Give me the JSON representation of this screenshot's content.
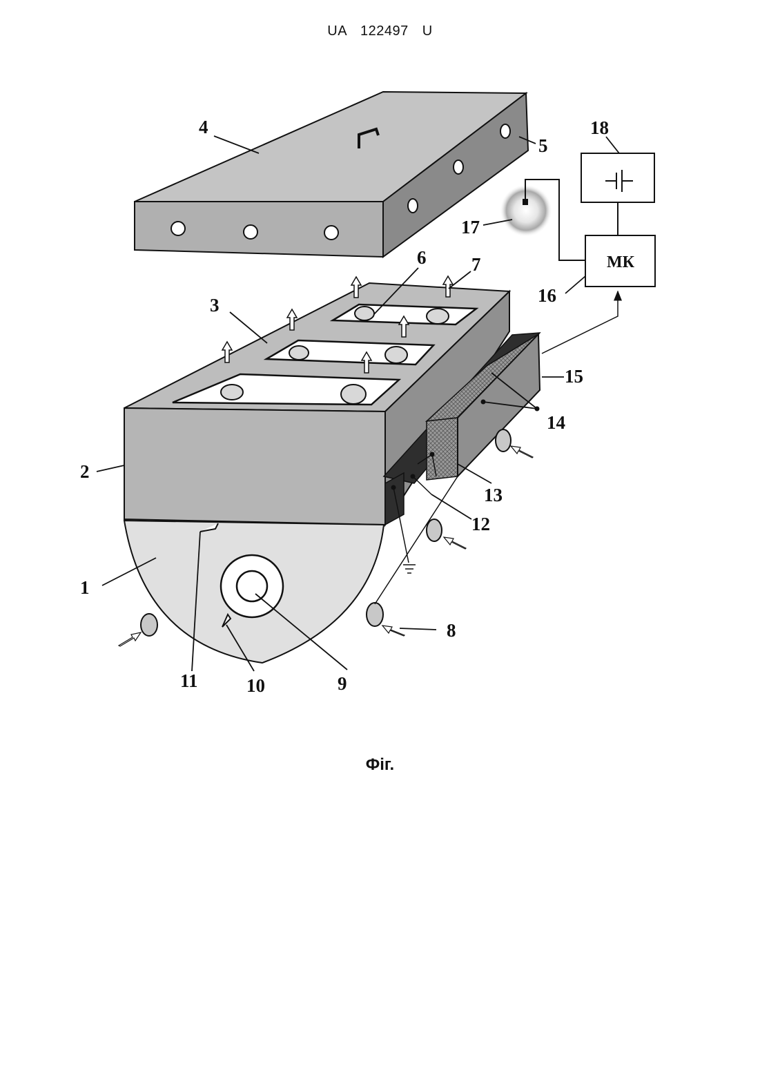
{
  "header": {
    "text": "UA   122497   U"
  },
  "caption": {
    "text": "Фіг."
  },
  "block_label": "МК",
  "colors": {
    "body_gray": "#b7b7b7",
    "side_gray": "#8d8d8d",
    "dark_gray": "#6e6e6e",
    "line": "#111111"
  },
  "labels": [
    {
      "id": "1",
      "text": "1"
    },
    {
      "id": "2",
      "text": "2"
    },
    {
      "id": "3",
      "text": "3"
    },
    {
      "id": "4",
      "text": "4"
    },
    {
      "id": "5",
      "text": "5"
    },
    {
      "id": "6",
      "text": "6"
    },
    {
      "id": "7",
      "text": "7"
    },
    {
      "id": "8",
      "text": "8"
    },
    {
      "id": "9",
      "text": "9"
    },
    {
      "id": "10",
      "text": "10"
    },
    {
      "id": "11",
      "text": "11"
    },
    {
      "id": "12",
      "text": "12"
    },
    {
      "id": "13",
      "text": "13"
    },
    {
      "id": "14",
      "text": "14"
    },
    {
      "id": "15",
      "text": "15"
    },
    {
      "id": "16",
      "text": "16"
    },
    {
      "id": "17",
      "text": "17"
    },
    {
      "id": "18",
      "text": "18"
    }
  ]
}
